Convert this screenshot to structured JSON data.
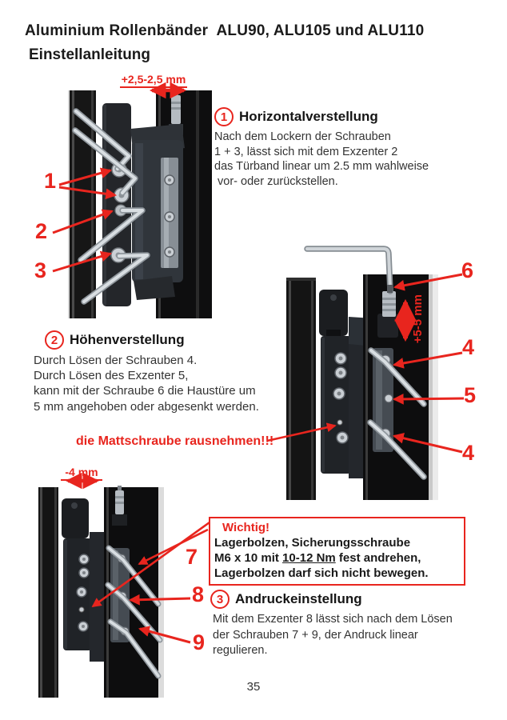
{
  "page": {
    "title": "Aluminium Rollenbänder  ALU90, ALU105 und ALU110",
    "subtitle": "Einstellanleitung",
    "page_number": "35"
  },
  "colors": {
    "accent_red": "#e8251e",
    "heading_black": "#1b1b1b",
    "body_text": "#333333",
    "profile_black": "#0e0e0f",
    "steel_gray": "#c9ced3"
  },
  "photo1": {
    "description": "hinge-photo-horizontal-adjustment",
    "dimension_label": "+2,5-2,5 mm",
    "callouts": [
      "1",
      "2",
      "3"
    ]
  },
  "photo2": {
    "description": "hinge-photo-height-adjustment",
    "dimension_label": "+5-5 mm",
    "callouts": [
      "6",
      "4",
      "5",
      "4"
    ]
  },
  "photo3": {
    "description": "hinge-photo-pressure-adjustment",
    "dimension_label": "-4 mm",
    "callouts": [
      "7",
      "8",
      "9"
    ]
  },
  "sections": [
    {
      "num": "1",
      "heading": "Horizontalverstellung",
      "lines": [
        "Nach dem Lockern der Schrauben",
        "1 + 3, lässt sich mit dem Exzenter 2",
        "das Türband linear um 2.5 mm wahlweise",
        " vor- oder zurückstellen."
      ]
    },
    {
      "num": "2",
      "heading": "Höhenverstellung",
      "lines": [
        "Durch Lösen der Schrauben 4.",
        "Durch Lösen des Exzenter 5,",
        "kann mit der Schraube 6 die Haustüre um",
        "5 mm angehoben oder abgesenkt werden."
      ]
    },
    {
      "num": "3",
      "heading": "Andruckeinstellung",
      "lines": [
        "Mit dem Exzenter 8 lässt sich nach dem Lösen",
        "der Schrauben 7 + 9, der Andruck linear",
        "regulieren."
      ]
    }
  ],
  "note": {
    "text": "die Mattschraube rausnehmen!!!"
  },
  "wichtig": {
    "title": "Wichtig!",
    "line1": "Lagerbolzen, Sicherungsschraube",
    "line2_pre": "M6 x 10 mit ",
    "line2_underline": "10-12 Nm",
    "line2_post": " fest andrehen,",
    "line3": "Lagerbolzen darf sich nicht bewegen."
  }
}
